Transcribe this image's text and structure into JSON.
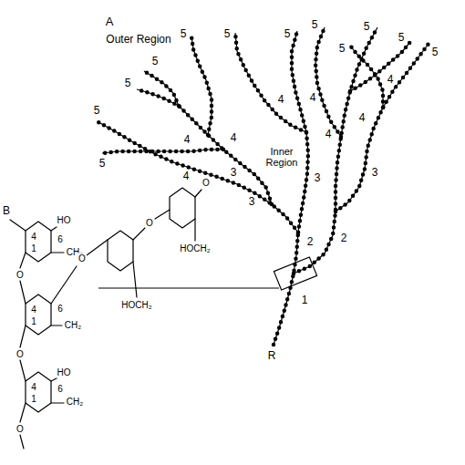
{
  "diagram": {
    "labels": [
      "A",
      "Outer Region",
      "Inner Region",
      "B",
      "R",
      "HO",
      "4",
      "6",
      "CH₂",
      "1",
      "O",
      "4",
      "6",
      "CH₂",
      "1",
      "O",
      "HOCH₂",
      "O",
      "HOCH₂",
      "O",
      "O",
      "HO",
      "4",
      "6",
      "CH₂",
      "1",
      "O",
      "1",
      "2",
      "2",
      "3",
      "3",
      "3",
      "3",
      "4",
      "4",
      "4",
      "4",
      "4",
      "4",
      "4",
      "4",
      "5",
      "5",
      "5",
      "5",
      "5",
      "5",
      "5",
      "5",
      "5",
      "5",
      "5",
      "5"
    ]
  }
}
